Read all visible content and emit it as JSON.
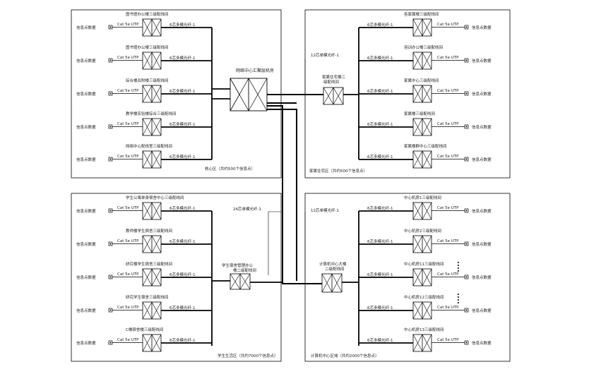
{
  "diagram": {
    "node_label": "信息点数据",
    "utp_label": "Cat 5e UTP",
    "fiber_6": "6芯多模光纤",
    "regions": [
      {
        "id": "core",
        "caption": "核心区（共约500个信息点）",
        "hub_label": "网络中心汇聚层机房",
        "branches": [
          {
            "title": "图书馆办公楼三级配线间",
            "fiber": "6芯多模光纤-1"
          },
          {
            "title": "图书馆办公楼三级配线间",
            "fiber": "6芯多模光纤-1"
          },
          {
            "title": "综合楼及附楼三级配线间",
            "fiber": "6芯多模光纤-1"
          },
          {
            "title": "教学楼实验楼综合三级配线间",
            "fiber": "6芯多模光纤-1"
          },
          {
            "title": "网络中心配线室三级配线间",
            "fiber": "6芯多模光纤-1"
          }
        ]
      },
      {
        "id": "residence",
        "caption": "家属住宅区（共约500个信息点）",
        "hub_label": "家属住宅楼二级配线间",
        "uplink": "12芯单模光纤-1",
        "branches": [
          {
            "title": "各家属楼三级配线间",
            "fiber": "6芯多模光纤-1"
          },
          {
            "title": "培训办公楼三级配线间",
            "fiber": "6芯多模光纤-1"
          },
          {
            "title": "家属中心三级配线间",
            "fiber": "6芯多模光纤-1"
          },
          {
            "title": "家属楼三级配线间",
            "fiber": "6芯多模光纤-1"
          },
          {
            "title": "家属楼群中心三级配线间",
            "fiber": "6芯多模光纤-1"
          }
        ]
      },
      {
        "id": "student",
        "caption": "学生生活区（共约7000个信息点）",
        "hub_label": "学生宿舍管理办公楼二级配线间",
        "uplink": "24芯单模光纤-1",
        "branches": [
          {
            "title": "学生公寓单身宿舍中心三级配线间",
            "fiber": "6芯多模光纤-1"
          },
          {
            "title": "教师楼学生宿舍三级配线间",
            "fiber": "6芯多模光纤-1"
          },
          {
            "title": "研究楼学生宿舍三级配线间",
            "fiber": "6芯多模光纤-1"
          },
          {
            "title": "研究学生宿舍三级配线间",
            "fiber": "6芯多模光纤-1"
          },
          {
            "title": "C楼宿舍楼三级配线间",
            "fiber": "6芯多模光纤-1"
          }
        ]
      },
      {
        "id": "computer",
        "caption": "计算机中心区域（共约2000个信息点）",
        "hub_label": "计算机中心大楼二级配线间",
        "uplink": "12芯单模光纤-1",
        "branches": [
          {
            "title": "中心机房1三级配线间",
            "fiber": "6芯多模光纤-1"
          },
          {
            "title": "中心机房2三级配线间",
            "fiber": "6芯多模光纤-1"
          },
          {
            "title": "中心机房11三级配线间",
            "fiber": "6芯多模光纤-1"
          },
          {
            "title": "中心机房12三级配线间",
            "fiber": "6芯多模光纤-1"
          },
          {
            "title": "中心机房13三级配线间",
            "fiber": "6芯多模光纤-1"
          }
        ]
      }
    ]
  }
}
